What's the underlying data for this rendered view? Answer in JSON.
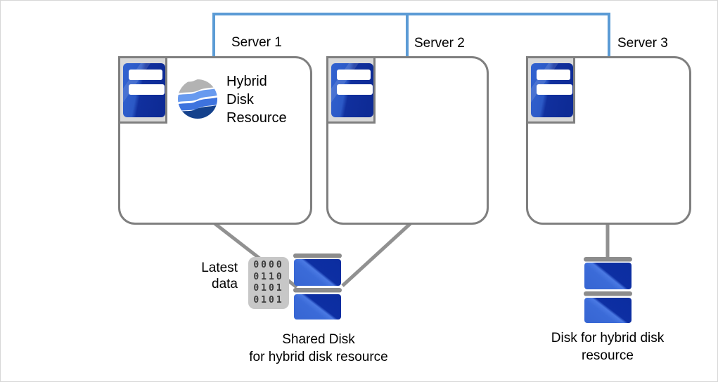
{
  "diagram": {
    "servers": [
      {
        "label": "Server 1"
      },
      {
        "label": "Server 2"
      },
      {
        "label": "Server 3"
      }
    ],
    "hybrid_disk_resource": {
      "label": "Hybrid\nDisk\nResource"
    },
    "latest_data": {
      "label": "Latest\ndata"
    },
    "binary_data": {
      "rows": "0000\n0110\n0101\n0101"
    },
    "shared_disk": {
      "caption": "Shared Disk\nfor hybrid disk resource"
    },
    "hybrid_disk": {
      "caption": "Disk for hybrid disk\nresource"
    },
    "colors": {
      "network_line": "#5B9BD5",
      "connector_line": "#919191",
      "box_border": "#7F7F7F",
      "icon_frame_fill": "#D9D9D9",
      "server_blue": "#2E5CC9",
      "server_blue_dark": "#10309C",
      "disk_blue": "#3766D3",
      "disk_blue_dark": "#0C2DA0",
      "disk_bar_gray": "#8C8C8C",
      "binary_bg": "#C7C7C7",
      "logo_gray": "#B3B3B3",
      "logo_light_blue": "#689AEF",
      "logo_mid_blue": "#3E73DE",
      "logo_navy": "#14418C"
    }
  }
}
